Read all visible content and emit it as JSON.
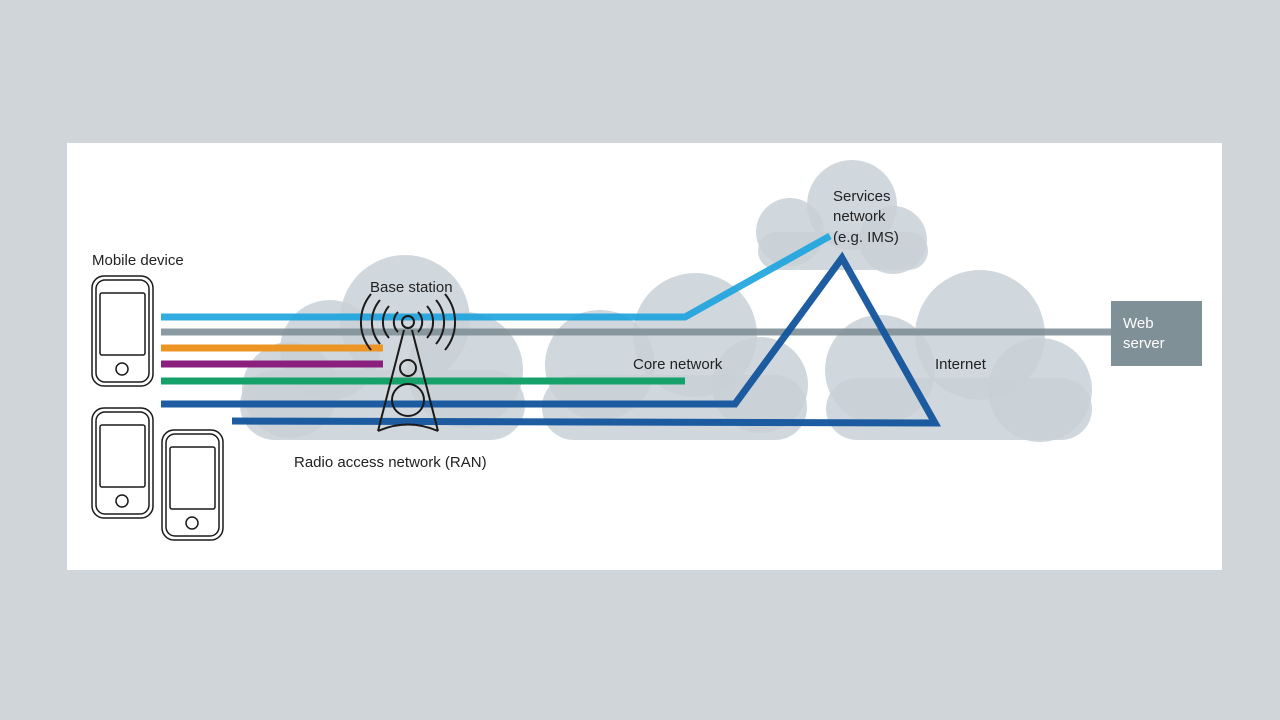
{
  "labels": {
    "mobile_device": "Mobile device",
    "base_station": "Base station",
    "ran": "Radio access network (RAN)",
    "core_network": "Core network",
    "internet": "Internet",
    "services_line1": "Services",
    "services_line2": "network",
    "services_line3": "(e.g. IMS)",
    "web_line1": "Web",
    "web_line2": "server"
  },
  "colors": {
    "background": "#cfd5d9",
    "panel": "#ffffff",
    "cloud": "#c9d1d7",
    "light_blue": "#1aa3de",
    "gray": "#7f9097",
    "orange": "#ec9424",
    "purple": "#8a1f7e",
    "green": "#16a06a",
    "dark_blue": "#12549c",
    "web_server_box": "#7f9097"
  },
  "icons": {
    "device": "smartphone-icon",
    "base_station": "radio-tower-icon"
  }
}
